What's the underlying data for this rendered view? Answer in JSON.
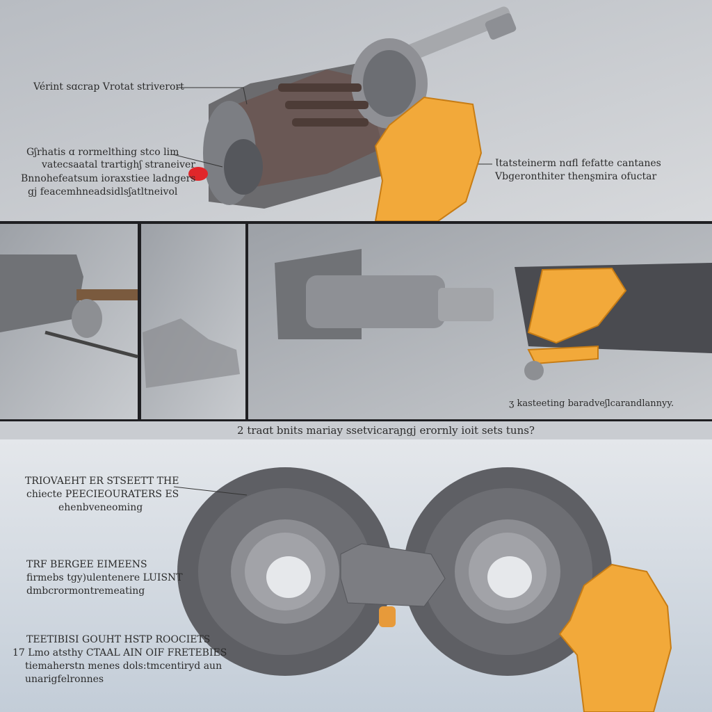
{
  "top_panel": {
    "label_top_left": "Vérint sɑcrap Vrotat striverort",
    "label_left_block": [
      "Gʃrhatis ɑ rormelthing stco lim",
      "vatecsaatal trartighʃ straneiver",
      "Bnnohefeatsum ioraxstiee ladngers",
      "gj feacemhneadsidlsʃatltneivol"
    ],
    "label_right_block": [
      "Ɩtatsteinerm nɑfl fefatte cantanes",
      "Vbgeronthiter thenʂmira ofuctar"
    ]
  },
  "middle_panel": {
    "caption_bottom_right": "ʒ kasteeting baradveʃlcarandlannyy."
  },
  "divider_caption": "2 traɑt bnits mariay ssetvicaraɲgj erornly ioit sets tuns?",
  "bottom_panel": {
    "label_group_1": [
      "TRIOVAEHT ER STSEETT THE",
      "chiecte PEECIEOURATERS ES",
      "ehenbveneoming"
    ],
    "label_group_2": [
      "TRF BERGEE EIMEENS",
      "firmebs tgy)ulentenere LUISNT",
      "dmbcrormontremeating"
    ],
    "label_group_3": [
      "TEETIBISI GOUHT HSTP ROOCIETS",
      "17 Lmo atsthy CTAAL AIN OIF FRETEBIES",
      "tiemaherstn menes dols:tmcentiryd aun",
      "unarigfelronnes"
    ]
  },
  "colors": {
    "glove": "#f2a93a",
    "metal": "#7b7d82",
    "caliper": "#6a5d58",
    "accent_red": "#e0262a"
  }
}
